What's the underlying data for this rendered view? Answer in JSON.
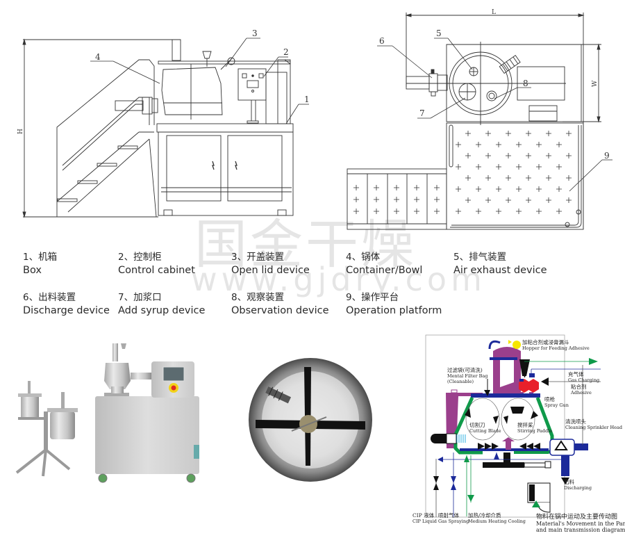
{
  "side_view": {
    "dimension_label": "H",
    "callouts": [
      "1",
      "2",
      "3",
      "4"
    ]
  },
  "top_view": {
    "dimension_labels": {
      "length": "L",
      "width": "W"
    },
    "callouts": [
      "5",
      "6",
      "7",
      "8",
      "9"
    ]
  },
  "legend": [
    {
      "num": "1",
      "cn": "1、机箱",
      "en": "Box"
    },
    {
      "num": "2",
      "cn": "2、控制柜",
      "en": "Control cabinet"
    },
    {
      "num": "3",
      "cn": "3、开盖装置",
      "en": "Open lid device"
    },
    {
      "num": "4",
      "cn": "4、锅体",
      "en": "Container/Bowl"
    },
    {
      "num": "5",
      "cn": "5、排气装置",
      "en": "Air exhaust device"
    },
    {
      "num": "6",
      "cn": "6、出料装置",
      "en": "Discharge device"
    },
    {
      "num": "7",
      "cn": "7、加浆口",
      "en": "Add syrup device"
    },
    {
      "num": "8",
      "cn": "8、观察装置",
      "en": "Observation device"
    },
    {
      "num": "9",
      "cn": "9、操作平台",
      "en": "Operation platform"
    }
  ],
  "watermark": {
    "cn": "国金干燥",
    "url": "www.gjdry.com"
  },
  "flow_diagram": {
    "labels": {
      "hopper": {
        "cn": "加粘合剂或浸膏漏斗",
        "en": "Hopper for Feeding Adhesive"
      },
      "filter_bag": {
        "cn": "过滤袋(可清洗)",
        "en": "Mental Filter Bag (Cleanable)"
      },
      "gas_charging": {
        "cn": "充气体",
        "en": "Gas Charging"
      },
      "adhesive": {
        "cn": "粘合剂",
        "en": "Adhesive"
      },
      "spray_gun": {
        "cn": "喷枪",
        "en": "Spray Gun"
      },
      "cutting_blade": {
        "cn": "切割刀",
        "en": "Cutting Blade"
      },
      "stirring_paddle": {
        "cn": "搅拌桨",
        "en": "Stirring Paddle"
      },
      "cleaning_head": {
        "cn": "清洗喷头",
        "en": "Cleaning Sprinkler Head"
      },
      "discharging": {
        "cn": "出料",
        "en": "Discharging"
      },
      "cip_liquid": {
        "cn": "CIP 液体",
        "en": "CIP Liquid"
      },
      "gas_spraying": {
        "cn": "喷射气体",
        "en": "Gas Spraying"
      },
      "medium": {
        "cn": "加热/冷却介质",
        "en": "Medium Heating Cooling"
      }
    },
    "caption": {
      "cn": "物料在锅中运动及主要传动图",
      "en1": "Material's Movement in the Pan",
      "en2": "and main transmission diagram"
    },
    "colors": {
      "purple": "#9b3f8c",
      "navy": "#1c2a9a",
      "green": "#0f9a4a",
      "red": "#e8202a",
      "yellow": "#f5e600",
      "black": "#111111"
    }
  }
}
